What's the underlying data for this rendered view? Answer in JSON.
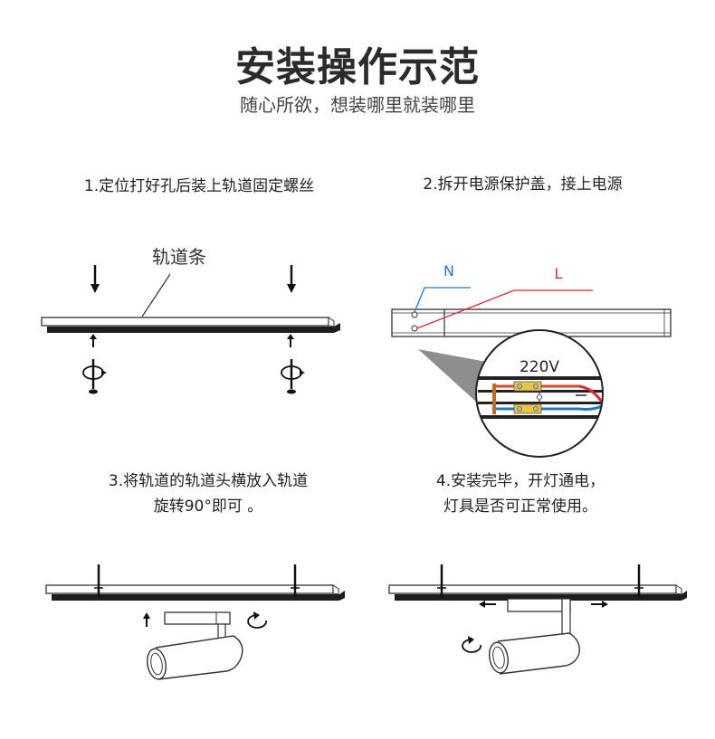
{
  "header": {
    "title": "安装操作示范",
    "subtitle": "随心所欲，想装哪里就装哪里"
  },
  "steps": [
    {
      "line1": "1.定位打好孔后装上轨道固定螺丝",
      "line2": ""
    },
    {
      "line1": "2.拆开电源保护盖，接上电源",
      "line2": ""
    },
    {
      "line1": "3.将轨道的轨道头横放入轨道",
      "line2": "旋转90°即可 。"
    },
    {
      "line1": "4.安装完毕，开灯通电，",
      "line2": "灯具是否可正常使用。"
    }
  ],
  "labels": {
    "rail_strip": "轨道条",
    "neutral": "N",
    "live": "L",
    "voltage": "220V"
  },
  "colors": {
    "live_wire": "#e0252b",
    "neutral_wire": "#1f77c8",
    "rail_fill": "#1e1e1e",
    "connector": "#e8c542"
  }
}
